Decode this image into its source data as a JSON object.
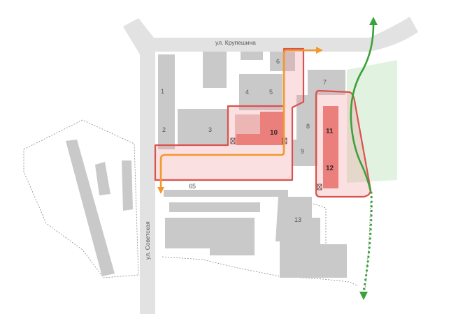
{
  "streets": {
    "krupeshina": "ул. Крупешина",
    "sovetskaya": "ул. Советская"
  },
  "buildings": {
    "b1": "1",
    "b2": "2",
    "b3": "3",
    "b4": "4",
    "b5": "5",
    "b6": "6",
    "b7": "7",
    "b8": "8",
    "b9": "9",
    "b10": "10",
    "b11": "11",
    "b12": "12",
    "b13": "13",
    "b65": "65"
  },
  "colors": {
    "orange_route": "#f2992e",
    "green_route": "#3aa23a",
    "zone_outline": "#d8534f",
    "highlighted_building": "#e8706c",
    "green_zone": "#e2f2e0",
    "building": "#c9c9c9",
    "road": "#e2e2e2"
  }
}
